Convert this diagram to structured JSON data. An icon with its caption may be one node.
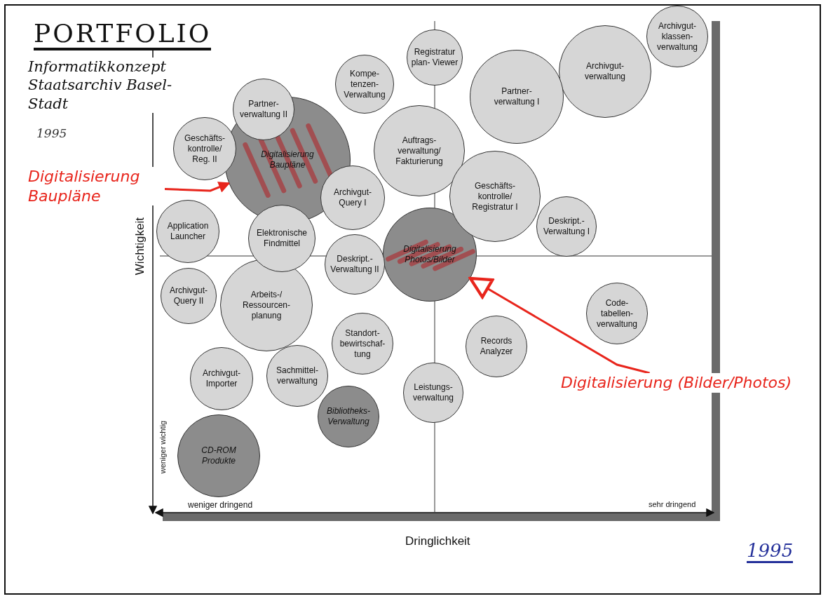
{
  "diagram": {
    "title": "PORTFOLIO",
    "nodes": [
      {
        "text": [
          "Registratur plan- Viewer"
        ]
      },
      {
        "text": [
          "Archivgut- klassen- verwaltung"
        ]
      },
      {
        "text": [
          "Archivgut- verwaltung"
        ]
      },
      {
        "text": [
          "Partner- verwaltung I"
        ]
      },
      {
        "text": [
          "Kompe- tenzen- Verwaltung"
        ]
      },
      {
        "text": [
          "Partner- verwaltung II"
        ]
      },
      {
        "text": [
          "Digitalisierung Baupläne"
        ]
      },
      {
        "text": [
          "Geschäfts- kontrolle/ Reg. II"
        ]
      },
      {
        "text": [
          "Auftrags- verwaltung/ Fakturierung"
        ]
      },
      {
        "text": [
          "Archivgut- Query I"
        ]
      },
      {
        "text": [
          "Geschäfts- kontrolle/ Registratur I"
        ]
      },
      {
        "text": [
          "Application Launcher"
        ]
      },
      {
        "text": [
          "Elektronische Findmittel"
        ]
      },
      {
        "text": [
          "Deskript.- Verwaltung I"
        ]
      },
      {
        "text": [
          "Digitalisierung Photos/Bilder"
        ]
      },
      {
        "text": [
          "Deskript.- Verwaltung II"
        ]
      },
      {
        "text": [
          "Archivgut- Query II"
        ]
      },
      {
        "text": [
          "Arbeits-/ Ressourcen- planung"
        ]
      },
      {
        "text": [
          "Code- tabellen- verwaltung"
        ]
      },
      {
        "text": [
          "Standort- bewirtschaf- tung"
        ]
      },
      {
        "text": [
          "Records Analyzer"
        ]
      },
      {
        "text": [
          "Archivgut- Importer"
        ]
      },
      {
        "text": [
          "Sachmittel- verwaltung"
        ]
      },
      {
        "text": [
          "Leistungs- verwaltung"
        ]
      },
      {
        "text": [
          "Bibliotheks- Verwaltung"
        ]
      },
      {
        "text": [
          "CD-ROM Produkte"
        ]
      },
      {
        "text": [
          "Digitalisierung Baupläne"
        ]
      },
      {
        "text": [
          "Digitalisierung (Bilder/Photos)"
        ]
      }
    ],
    "edges": [
      {
        "from": 26,
        "to": 6,
        "arrow": "to"
      },
      {
        "from": 27,
        "to": 14,
        "arrow": "to"
      }
    ],
    "labels": [
      "Informatikkonzept Staatsarchiv Basel-Stadt",
      "1995",
      "Wichtigkeit",
      "weniger wichtig",
      "weniger dringend",
      "sehr dringend",
      "Dringlichkeit",
      "1995"
    ]
  }
}
